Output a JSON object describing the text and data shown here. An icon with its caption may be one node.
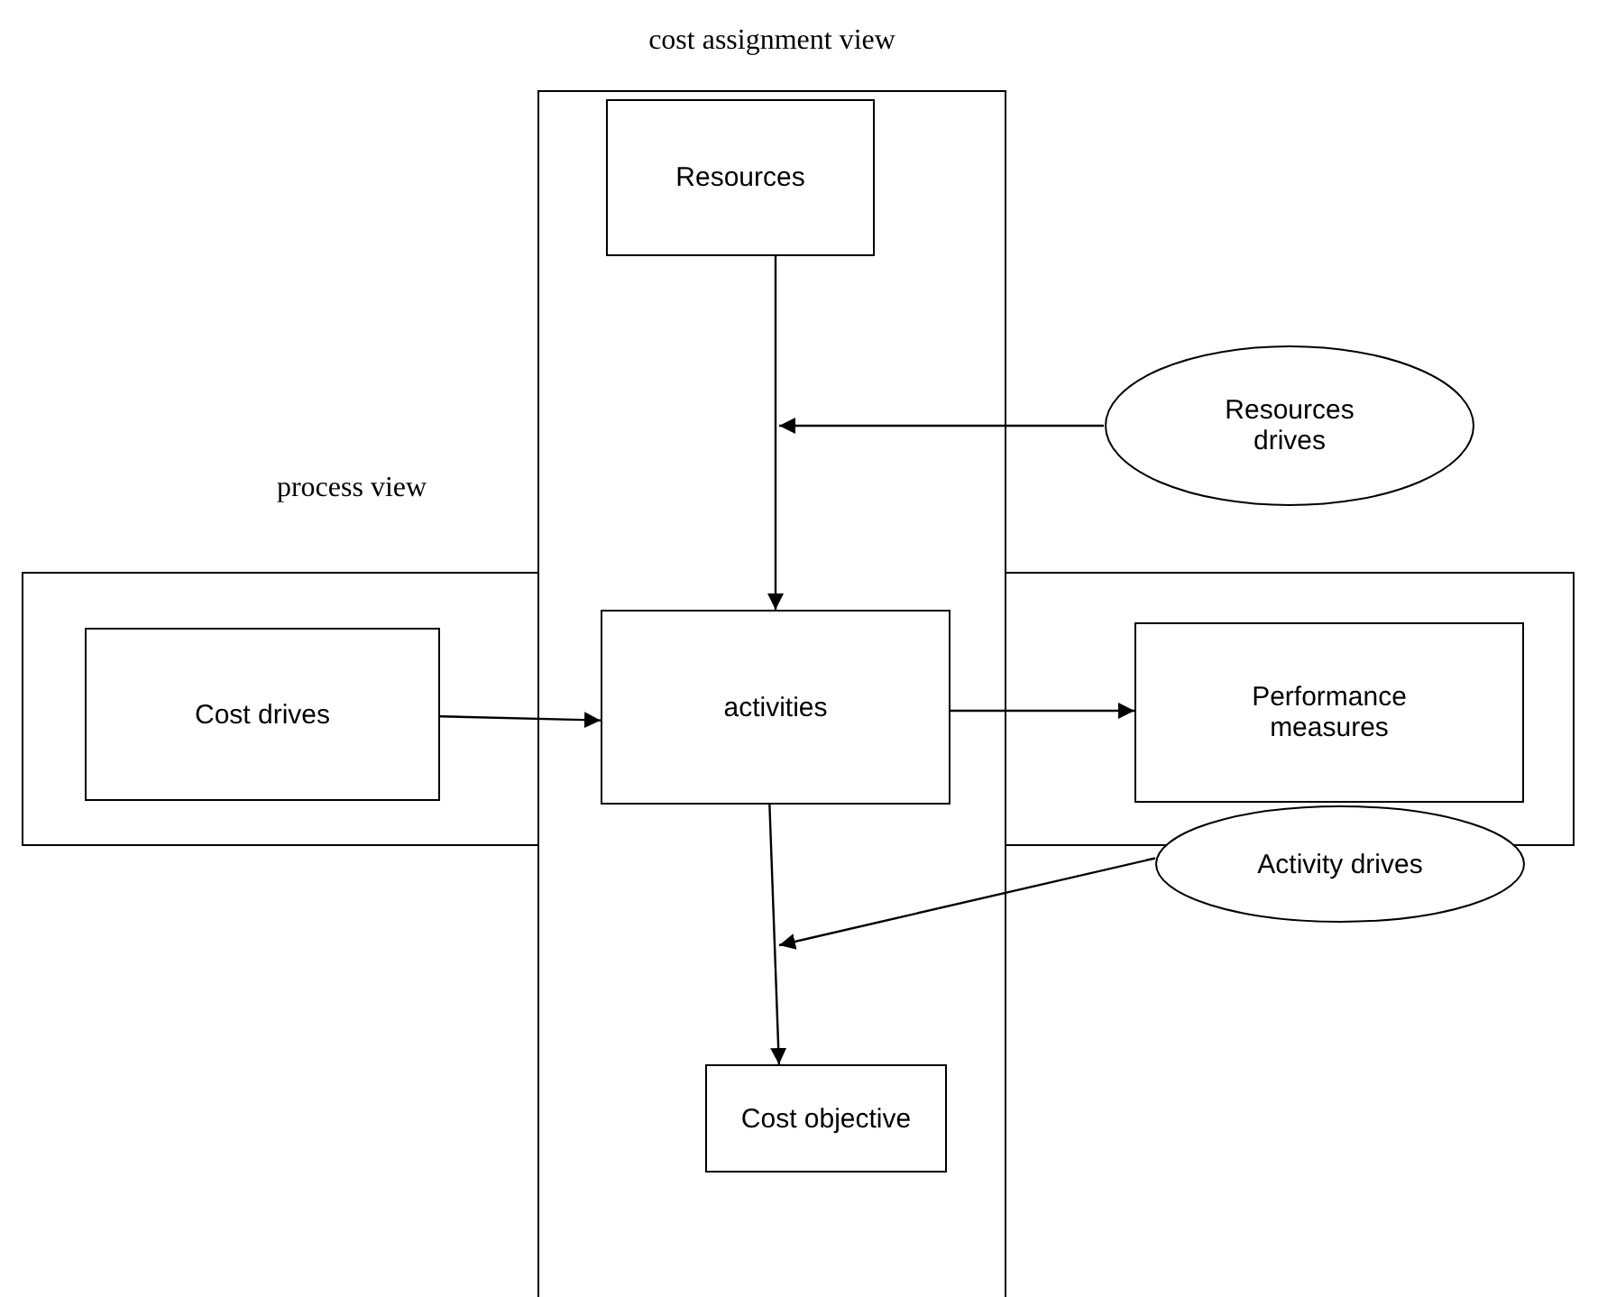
{
  "diagram": {
    "nodes": [
      {
        "text": [
          "cost assignment view"
        ]
      },
      {
        "text": [
          "Resources"
        ],
        "in": 0
      },
      {
        "text": [
          "Resources drives"
        ]
      },
      {
        "text": [
          "process view"
        ]
      },
      {
        "text": [
          "Cost drives"
        ],
        "in": 3
      },
      {
        "text": [
          "activities"
        ]
      },
      {
        "text": [
          "Performance measures"
        ],
        "in": 3
      },
      {
        "text": [
          "Activity drives"
        ]
      },
      {
        "text": [
          "Cost objective"
        ],
        "in": 0
      }
    ],
    "edges": [
      {
        "from": 1,
        "to": 5,
        "arrow": "to"
      },
      {
        "from": 2,
        "to": null,
        "arrow": "to"
      },
      {
        "from": 4,
        "to": 5,
        "arrow": "to"
      },
      {
        "from": 5,
        "to": 6,
        "arrow": "to"
      },
      {
        "from": 5,
        "to": 8,
        "arrow": "to"
      },
      {
        "from": 7,
        "to": null,
        "arrow": "to"
      }
    ]
  }
}
